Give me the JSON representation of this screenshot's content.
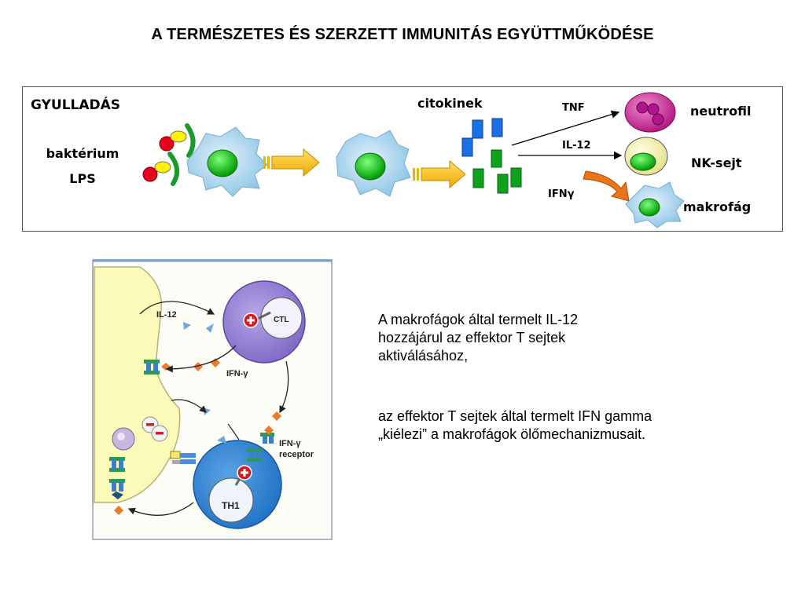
{
  "title": "A TERMÉSZETES ÉS SZERZETT IMMUNITÁS EGYÜTTMŰKÖDÉSE",
  "top_panel": {
    "heading": "GYULLADÁS",
    "bacteria_label_1": "baktérium",
    "bacteria_label_2": "LPS",
    "cytokines_label": "citokinek",
    "tnf_label": "TNF",
    "il12_label": "IL-12",
    "ifn_label": "IFNγ",
    "neutrophil_label": "neutrofil",
    "nk_label": "NK-sejt",
    "macrophage_label": "makrofág"
  },
  "figure": {
    "il12_label": "IL-12",
    "ifn_label": "IFN-γ",
    "ifn_receptor_label_1": "IFN-γ",
    "ifn_receptor_label_2": "receptor",
    "ctl_label": "CTL",
    "th1_label": "TH1"
  },
  "text": {
    "para1_line1": "A makrofágok által termelt IL-12",
    "para1_line2": "hozzájárul az effektor T sejtek",
    "para1_line3": "aktiválásához,",
    "para2_line1": "az effektor T sejtek által termelt IFN gamma",
    "para2_line2": "„kiélezi” a makrofágok ölőmechanizmusait."
  }
}
